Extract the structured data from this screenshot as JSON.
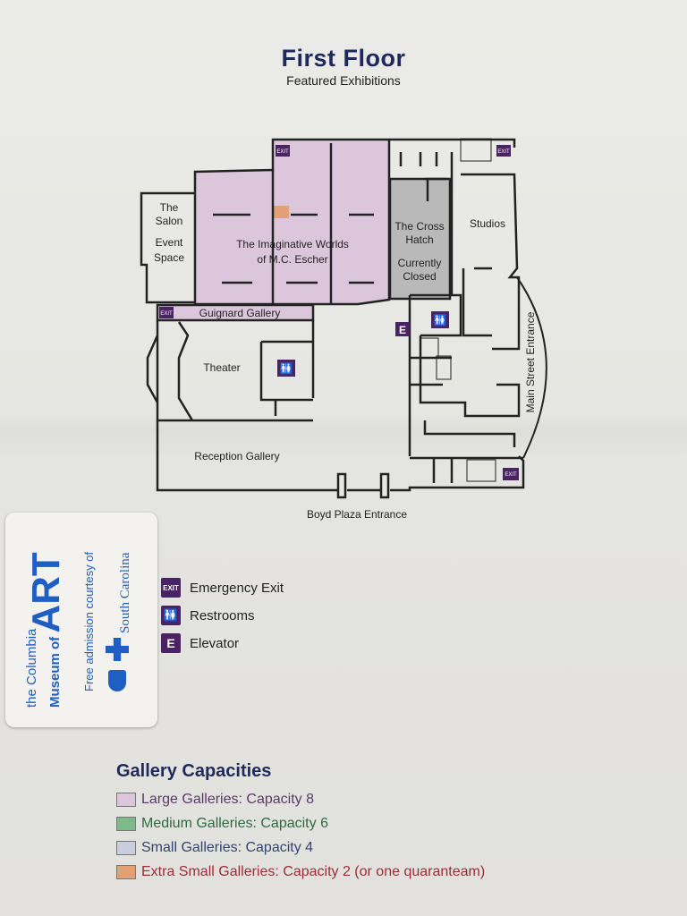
{
  "header": {
    "title": "First Floor",
    "subtitle": "Featured Exhibitions"
  },
  "rooms": {
    "salon": [
      "The",
      "Salon",
      "Event",
      "Space"
    ],
    "escher": [
      "The Imaginative Worlds",
      "of M.C. Escher"
    ],
    "cross_hatch": [
      "The Cross",
      "Hatch",
      "Currently",
      "Closed"
    ],
    "studios": "Studios",
    "guignard": "Guignard Gallery",
    "theater": "Theater",
    "reception": "Reception Gallery",
    "boyd": "Boyd Plaza Entrance",
    "main_street": "Main Street Entrance"
  },
  "icons": {
    "exit": "EXIT",
    "elevator": "E"
  },
  "legend": [
    {
      "icon": "exit-icon",
      "label": "Emergency Exit"
    },
    {
      "icon": "restroom-icon",
      "label": "Restrooms"
    },
    {
      "icon": "elevator-icon",
      "label": "Elevator"
    }
  ],
  "sticker": {
    "museum_the": "the Columbia",
    "museum_name": "Museum of",
    "museum_art": "ART",
    "courtesy": "Free admission courtesy of",
    "sponsor": "South Carolina"
  },
  "capacities": {
    "title": "Gallery Capacities",
    "items": [
      {
        "label": "Large Galleries: Capacity 8",
        "color": "#dcc6dc",
        "text_color": "#5a3a66"
      },
      {
        "label": "Medium Galleries: Capacity 6",
        "color": "#7dba8a",
        "text_color": "#2f6a45"
      },
      {
        "label": "Small Galleries: Capacity 4",
        "color": "#c8cedd",
        "text_color": "#33466e"
      },
      {
        "label": "Extra Small Galleries: Capacity 2 (or one quaranteam)",
        "color": "#e2a077",
        "text_color": "#9a2d35"
      }
    ]
  },
  "colors": {
    "accent": "#4a2363",
    "title": "#1f2a5c",
    "large": "#dcc6dc",
    "closed": "#b9b9b9"
  }
}
